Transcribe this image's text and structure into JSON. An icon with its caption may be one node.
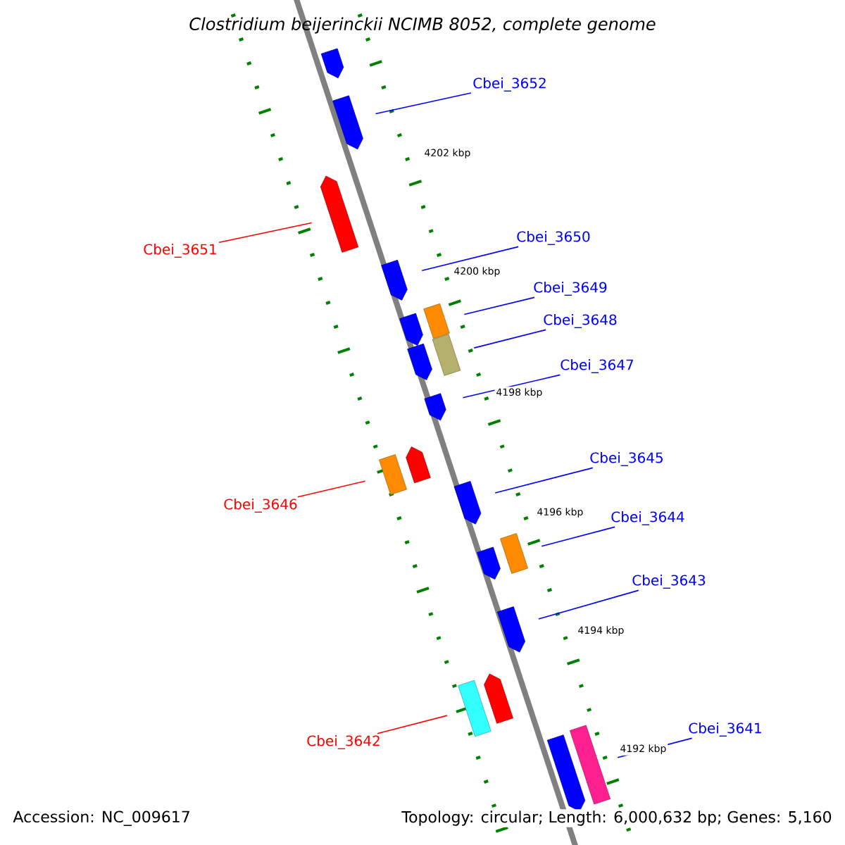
{
  "diagram": {
    "title": "Clostridium beijerinckii NCIMB 8052, complete genome",
    "nodes": [
      {
        "text": [],
        "shape": "pentagon"
      },
      {
        "text": [],
        "shape": "pentagon"
      },
      {
        "text": [
          "Cbei_3652"
        ]
      },
      {
        "text": [],
        "shape": "pentagon"
      },
      {
        "text": [
          "Cbei_3651"
        ]
      },
      {
        "text": [
          "Cbei_3650"
        ]
      },
      {
        "text": [],
        "shape": "pentagon"
      },
      {
        "text": [
          "Cbei_3649"
        ]
      },
      {
        "text": [],
        "shape": "pentagon"
      },
      {
        "text": [],
        "shape": "box"
      },
      {
        "text": [
          "Cbei_3648"
        ]
      },
      {
        "text": [],
        "shape": "pentagon"
      },
      {
        "text": [],
        "shape": "box"
      },
      {
        "text": [
          "Cbei_3647"
        ]
      },
      {
        "text": [],
        "shape": "pentagon"
      },
      {
        "text": [],
        "shape": "box"
      },
      {
        "text": [],
        "shape": "pentagon"
      },
      {
        "text": [
          "Cbei_3646"
        ]
      },
      {
        "text": [
          "Cbei_3645"
        ]
      },
      {
        "text": [],
        "shape": "pentagon"
      },
      {
        "text": [
          "Cbei_3644"
        ]
      },
      {
        "text": [],
        "shape": "pentagon"
      },
      {
        "text": [],
        "shape": "box"
      },
      {
        "text": [
          "Cbei_3643"
        ]
      },
      {
        "text": [],
        "shape": "pentagon"
      },
      {
        "text": [],
        "shape": "box"
      },
      {
        "text": [],
        "shape": "pentagon"
      },
      {
        "text": [
          "Cbei_3641"
        ]
      },
      {
        "text": [
          "Cbei_3642"
        ]
      },
      {
        "text": [],
        "shape": "pentagon"
      },
      {
        "text": [],
        "shape": "box"
      }
    ],
    "edges": [
      {
        "from": 2,
        "to": 1,
        "arrow": "none"
      },
      {
        "from": 4,
        "to": 3,
        "arrow": "none",
        "color": "#ff0000"
      },
      {
        "from": 5,
        "to": 6,
        "arrow": "none"
      },
      {
        "from": 7,
        "to": 9,
        "arrow": "none"
      },
      {
        "from": 10,
        "to": 12,
        "arrow": "none"
      },
      {
        "from": 13,
        "to": 14,
        "arrow": "none"
      },
      {
        "from": 17,
        "to": 15,
        "arrow": "none",
        "color": "#ff0000"
      },
      {
        "from": 18,
        "to": 19,
        "arrow": "none"
      },
      {
        "from": 20,
        "to": 22,
        "arrow": "none"
      },
      {
        "from": 23,
        "to": 24,
        "arrow": "none"
      },
      {
        "from": 28,
        "to": 25,
        "arrow": "none",
        "color": "#ff0000"
      },
      {
        "from": 27,
        "to": 30,
        "arrow": "none"
      }
    ],
    "labels": [
      "4202 kbp",
      "4200 kbp",
      "4198 kbp",
      "4196 kbp",
      "4194 kbp",
      "4192 kbp",
      "Accession: NC_009617",
      "Topology: circular; Length: 6,000,632 bp; Genes: 5,160"
    ]
  }
}
